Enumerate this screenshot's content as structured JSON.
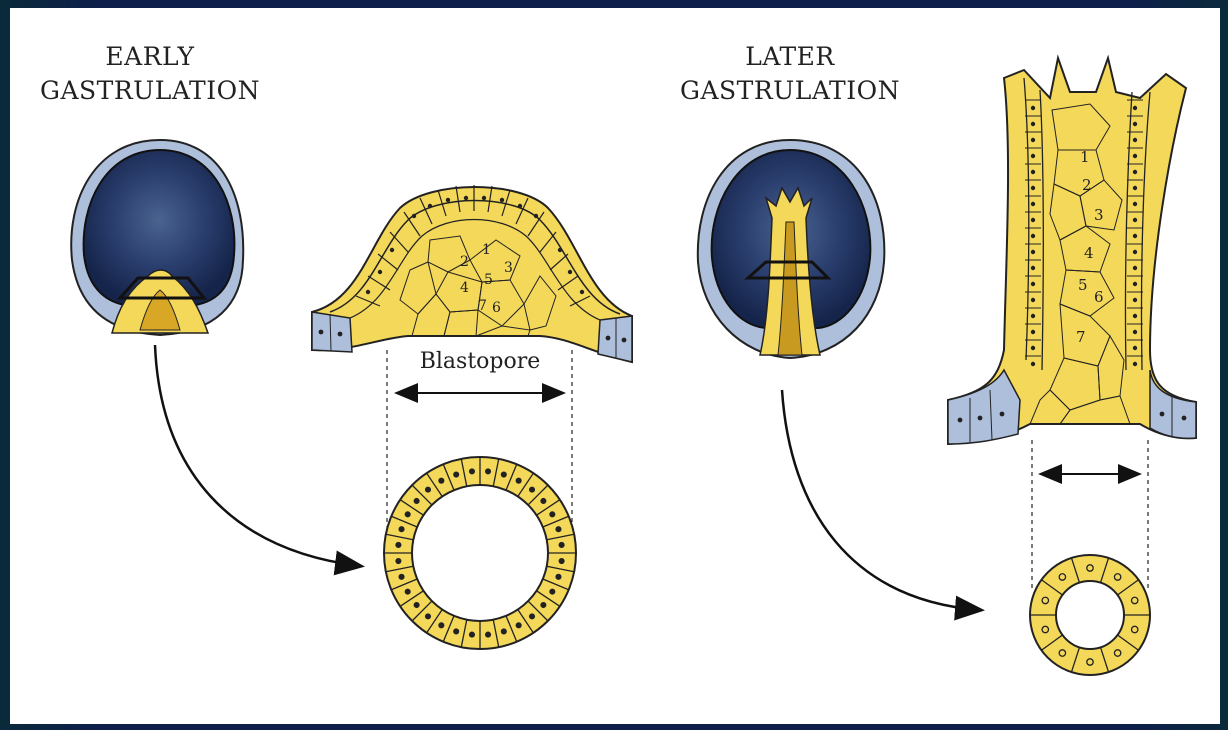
{
  "labels": {
    "early_line1": "EARLY",
    "early_line2": "GASTRULATION",
    "later_line1": "LATER",
    "later_line2": "GASTRULATION",
    "blastopore": "Blastopore"
  },
  "early_cell_numbers": [
    "1",
    "2",
    "3",
    "4",
    "5",
    "6",
    "7"
  ],
  "later_cell_numbers": [
    "1",
    "2",
    "3",
    "4",
    "5",
    "6",
    "7"
  ],
  "colors": {
    "yolk": "#f4d85a",
    "yolk_dark": "#e0b830",
    "embryo_dark": "#1c2f5c",
    "embryo_mid": "#3b5384",
    "membrane": "#aebfdc",
    "outline": "#1a1a1a"
  }
}
